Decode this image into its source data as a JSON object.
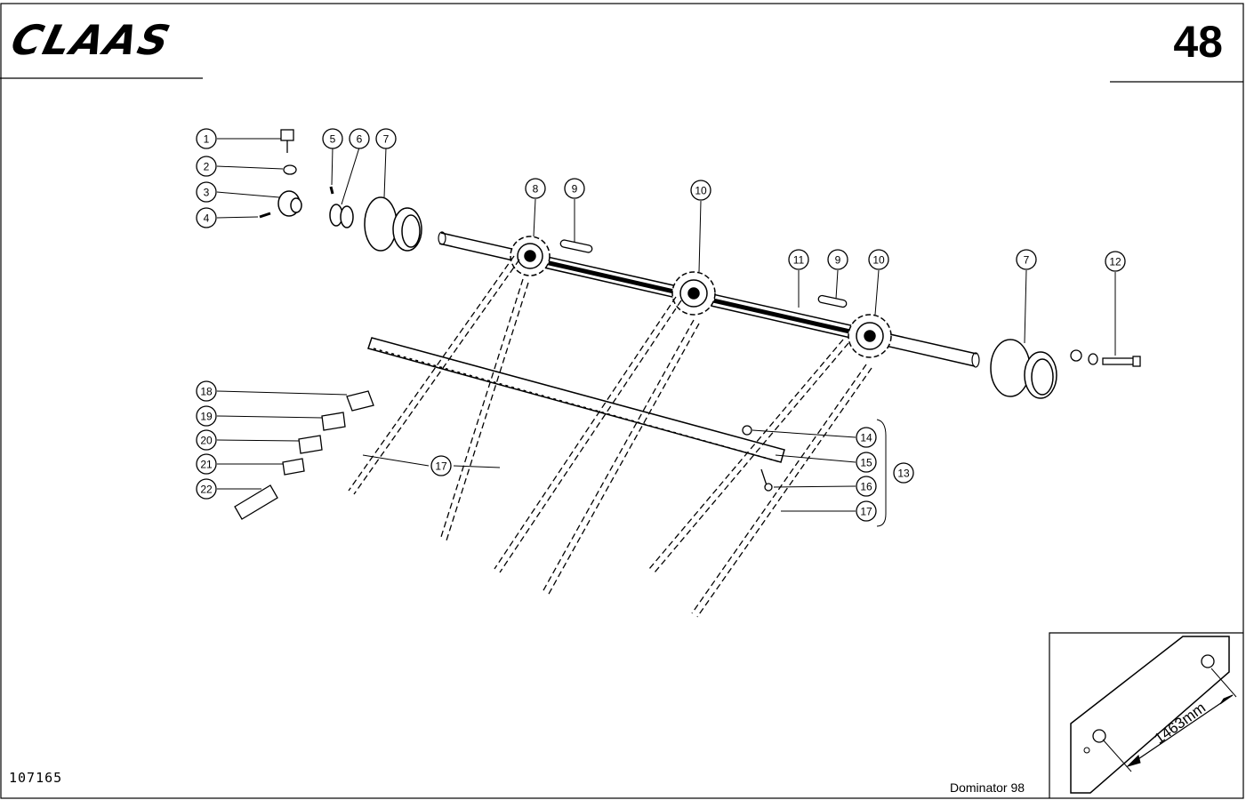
{
  "header": {
    "brand": "CLAAS",
    "page_number": "48"
  },
  "footer": {
    "document_number": "107165",
    "model": "Dominator 98"
  },
  "callouts": [
    "1",
    "2",
    "3",
    "4",
    "5",
    "6",
    "7",
    "8",
    "9",
    "10",
    "11",
    "12",
    "13",
    "14",
    "15",
    "16",
    "17",
    "18",
    "19",
    "20",
    "21",
    "22"
  ],
  "inset": {
    "dimension": "1463mm"
  }
}
